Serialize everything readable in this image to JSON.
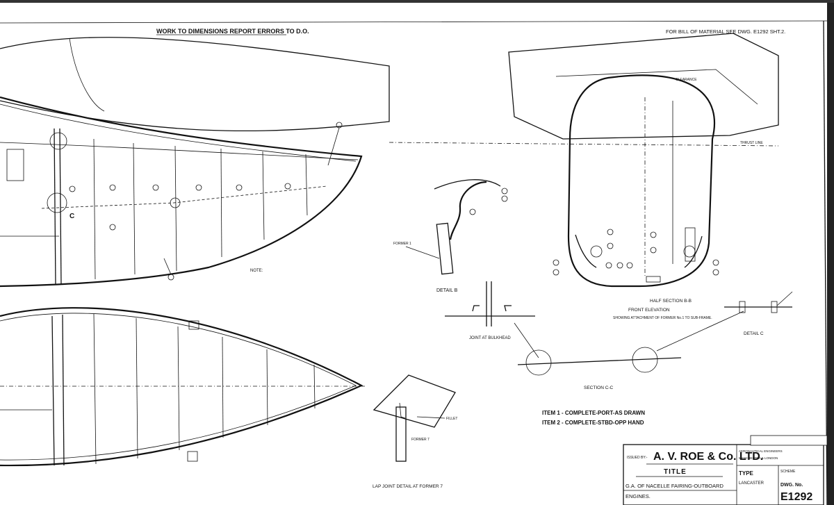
{
  "header": {
    "note_left": "WORK TO DIMENSIONS REPORT ERRORS TO D.O.",
    "note_right": "FOR BILL OF MATERIAL SEE DWG. E1292 SHT.2."
  },
  "view_labels": {
    "detail_b": "DETAIL B",
    "joint_bulkhead": "JOINT AT BULKHEAD",
    "half_section": "HALF SECTION B-B",
    "front_elevation": "FRONT ELEVATION",
    "front_elevation_note": "SHOWING ATTACHMENT OF FORMER No.1 TO SUB-FRAME.",
    "detail_c": "DETAIL C",
    "section_cc": "SECTION C-C",
    "lap_joint": "LAP JOINT DETAIL AT FORMER 7"
  },
  "small_labels": {
    "former_1": "FORMER 1",
    "former_7": "FORMER 7",
    "fillet": "FILLET",
    "thrust_line": "THRUST LINE",
    "clearance": "CLEARANCE",
    "note": "NOTE:",
    "section_letter": "C"
  },
  "items": {
    "item1": "ITEM 1 - COMPLETE-PORT-AS DRAWN",
    "item2": "ITEM 2 - COMPLETE-STBD-OPP HAND"
  },
  "title_block": {
    "issued_by": "ISSUED BY:-",
    "company": "A. V. ROE & Co. LTD.",
    "title_label": "TITLE",
    "description_line1": "G.A. OF NACELLE FAIRING-OUTBOARD",
    "description_line2": "ENGINES.",
    "aero": "AERONAUTICAL ENGINEERS",
    "location": "MANCHESTER & LONDON",
    "type_label": "TYPE",
    "aircraft": "LANCASTER",
    "scheme": "SCHEME",
    "dwg_label": "DWG. No.",
    "dwg_number": "E1292"
  }
}
